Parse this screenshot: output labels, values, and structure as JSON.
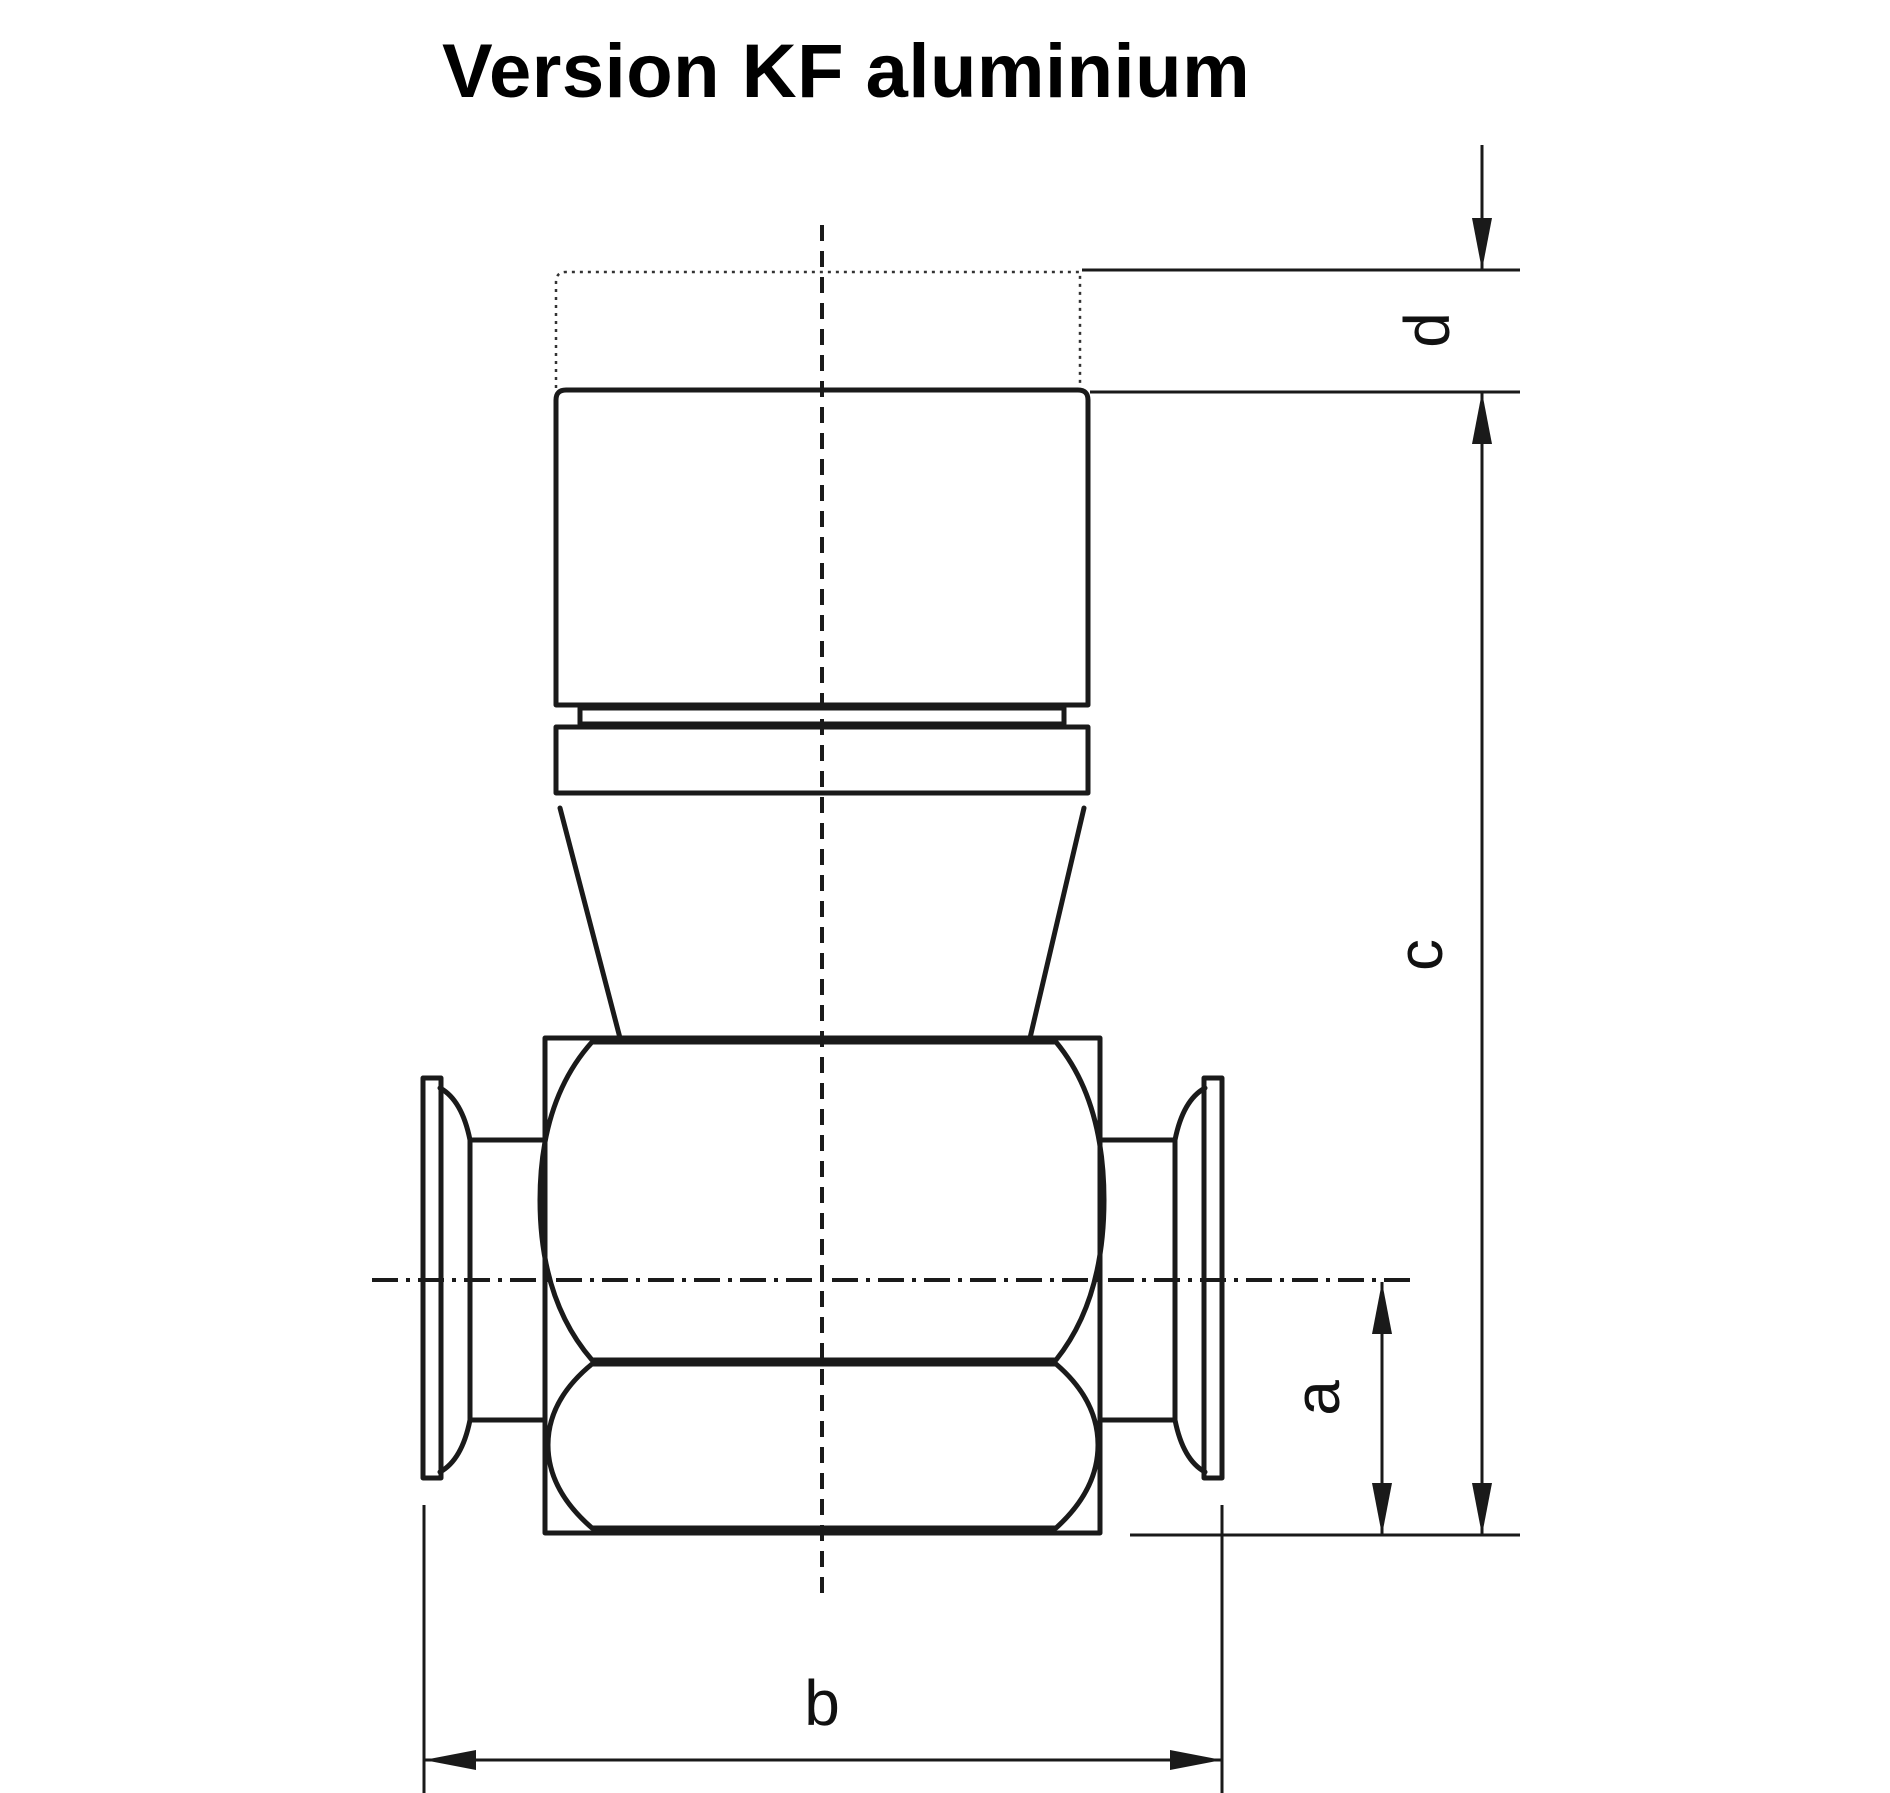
{
  "title": "Version KF aluminium",
  "dimension_labels": {
    "a": "a",
    "b": "b",
    "c": "c",
    "d": "d"
  }
}
